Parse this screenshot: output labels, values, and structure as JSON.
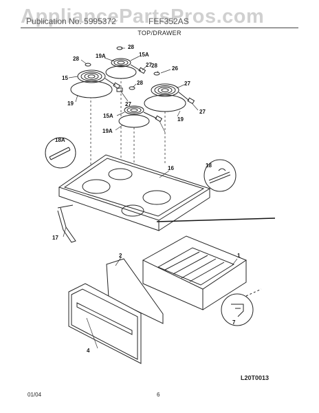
{
  "header": {
    "watermark": "AppliancePartsPros.com",
    "left_text": "Publication No. 5995372",
    "right_text": "FEF352AS"
  },
  "section_title": "TOP/DRAWER",
  "callouts": [
    "28",
    "19A",
    "15A",
    "28",
    "15",
    "27",
    "28",
    "26",
    "28",
    "19",
    "27",
    "15A",
    "19A",
    "27",
    "27",
    "19",
    "18A",
    "16",
    "18",
    "17",
    "2",
    "1",
    "7",
    "4"
  ],
  "diagram_code": "L20T0013",
  "footer": {
    "date": "01/04",
    "page": "6"
  }
}
